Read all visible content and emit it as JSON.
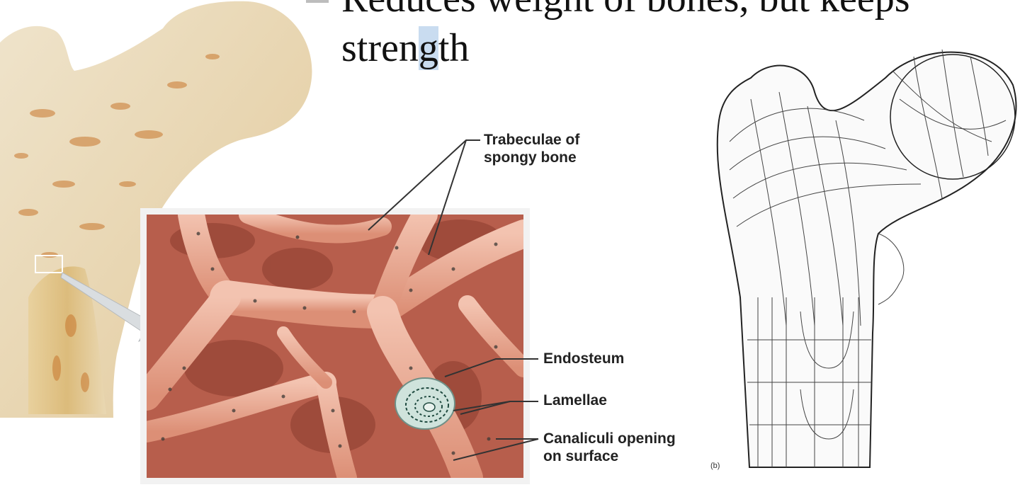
{
  "slide": {
    "bullet_line_1": "Reduces weight of bones, but keeps",
    "bullet_line_2_pre": "stren",
    "bullet_line_2_hl": "g",
    "bullet_line_2_post": "th"
  },
  "labels": {
    "trabeculae_1": "Trabeculae of",
    "trabeculae_2": "spongy bone",
    "endosteum": "Endosteum",
    "lamellae": "Lamellae",
    "canaliculi_1": "Canaliculi opening",
    "canaliculi_2": "on surface",
    "figure_letter": "(b)"
  },
  "colors": {
    "bone_photo": "#e9dcc0",
    "bone_stain": "#c8772e",
    "trabecula": "#e8a48e",
    "trabecula_dark": "#a8523f",
    "background_space": "#b75e4c",
    "endosteum_fill": "#cfe3dc"
  }
}
